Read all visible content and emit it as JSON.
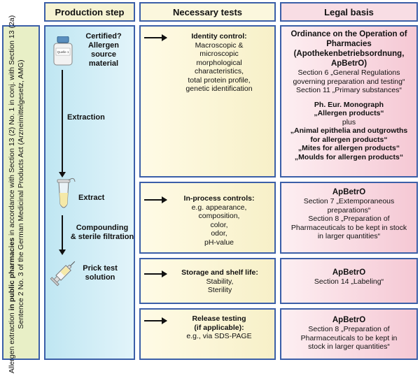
{
  "headers": {
    "production_step": "Production step",
    "necessary_tests": "Necessary tests",
    "legal_basis": "Legal basis"
  },
  "side_label": {
    "prefix": "Allergen extraction ",
    "bold": "in public pharmacies",
    "suffix": " in accordance with Section 13 (2) No. 1 in conj. with Section 13 (2a) Sentence 2 No. 3 of the German Medicinal Products Act (Arzneimittelgesetz, AMG)"
  },
  "steps": {
    "source_line1": "Certified?",
    "source_line2": "Allergen",
    "source_line3": "source",
    "source_line4": "material",
    "extraction": "Extraction",
    "extract": "Extract",
    "compounding_line1": "Compounding",
    "compounding_line2": "& sterile filtration",
    "prick_line1": "Prick test",
    "prick_line2": "solution"
  },
  "jar_label": "Quelle 1",
  "tests": {
    "identity_title": "Identity control:",
    "identity_l1": "Macroscopic &",
    "identity_l2": "microscopic",
    "identity_l3": "morphological",
    "identity_l4": "characteristics,",
    "identity_l5": "total protein profile,",
    "identity_l6": "genetic identification",
    "inprocess_title": "In-process controls:",
    "inprocess_l1": "e.g. appearance,",
    "inprocess_l2": "composition,",
    "inprocess_l3": "color,",
    "inprocess_l4": "odor,",
    "inprocess_l5": "pH-value",
    "storage_title": "Storage and shelf life:",
    "storage_l1": "Stability,",
    "storage_l2": "Sterility",
    "release_title1": "Release testing",
    "release_title2": "(if applicable):",
    "release_l1": "e.g., via SDS-PAGE"
  },
  "legal": {
    "l1_title1": "Ordinance on the Operation of",
    "l1_title2": "Pharmacies",
    "l1_title3": "(Apothekenbetriebsordnung,",
    "l1_title4": "ApBetrO)",
    "l1_s1a": "Section 6 „General Regulations",
    "l1_s1b": "governing preparation and testing“",
    "l1_s2": "Section 11 „Primary substances“",
    "l1_ph1": "Ph. Eur. Monograph",
    "l1_ph2": "„Allergen products“",
    "l1_plus": "plus",
    "l1_m1a": "„Animal epithelia and outgrowths",
    "l1_m1b": "for allergen products“",
    "l1_m2": "„Mites for allergen products“",
    "l1_m3": "„Moulds for allergen products“",
    "l2_title": "ApBetrO",
    "l2_s1a": "Section 7 „Extemporaneous",
    "l2_s1b": "preparations“",
    "l2_s2a": "Section 8 „Preparation of",
    "l2_s2b": "Pharmaceuticals to be kept in stock",
    "l2_s2c": "in larger quantities“",
    "l3_title": "ApBetrO",
    "l3_s1": "Section 14 „Labeling“",
    "l4_title": "ApBetrO",
    "l4_s1a": "Section 8 „Preparation of",
    "l4_s1b": "Pharmaceuticals to be kept in",
    "l4_s1c": "stock in larger quantities“"
  }
}
